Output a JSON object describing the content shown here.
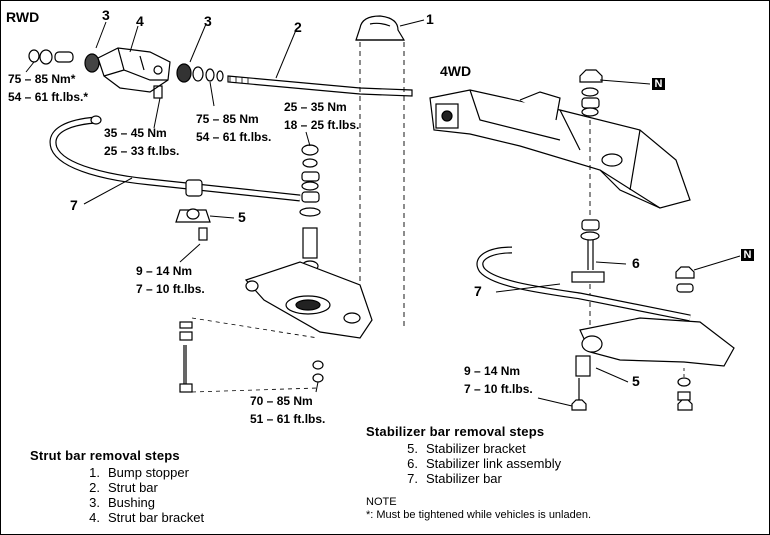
{
  "sections": {
    "rwd": "RWD",
    "fourwd": "4WD"
  },
  "callouts": {
    "rwd_bump_stopper": "1",
    "rwd_strut_bar": "2",
    "rwd_bushing_left": "3",
    "rwd_bracket": "4",
    "rwd_bushing_right": "3",
    "rwd_stab_bracket": "5",
    "rwd_stab_bar": "7",
    "fwd_link": "6",
    "fwd_stab_bar": "7",
    "fwd_stab_bracket": "5",
    "fwd_tag_top": "N",
    "fwd_tag_mid": "N"
  },
  "torques": {
    "t1": {
      "nm": "75 – 85 Nm*",
      "ft": "54 – 61 ft.lbs.*"
    },
    "t2": {
      "nm": "35 – 45 Nm",
      "ft": "25 – 33 ft.lbs."
    },
    "t3": {
      "nm": "75 – 85 Nm",
      "ft": "54 – 61 ft.lbs."
    },
    "t4": {
      "nm": "25 – 35 Nm",
      "ft": "18 – 25 ft.lbs."
    },
    "t5": {
      "nm": "9 – 14 Nm",
      "ft": "7 – 10 ft.lbs."
    },
    "t6": {
      "nm": "70 – 85 Nm",
      "ft": "51 – 61 ft.lbs."
    },
    "t7": {
      "nm": "9 – 14 Nm",
      "ft": "7 – 10 ft.lbs."
    }
  },
  "strut_steps": {
    "heading": "Strut bar removal steps",
    "items": [
      {
        "n": "1.",
        "label": "Bump stopper"
      },
      {
        "n": "2.",
        "label": "Strut bar"
      },
      {
        "n": "3.",
        "label": "Bushing"
      },
      {
        "n": "4.",
        "label": "Strut bar bracket"
      }
    ]
  },
  "stab_steps": {
    "heading": "Stabilizer bar removal steps",
    "items": [
      {
        "n": "5.",
        "label": "Stabilizer bracket"
      },
      {
        "n": "6.",
        "label": "Stabilizer link assembly"
      },
      {
        "n": "7.",
        "label": "Stabilizer bar"
      }
    ]
  },
  "note": {
    "title": "NOTE",
    "text": "*: Must be tightened while vehicles is unladen."
  }
}
